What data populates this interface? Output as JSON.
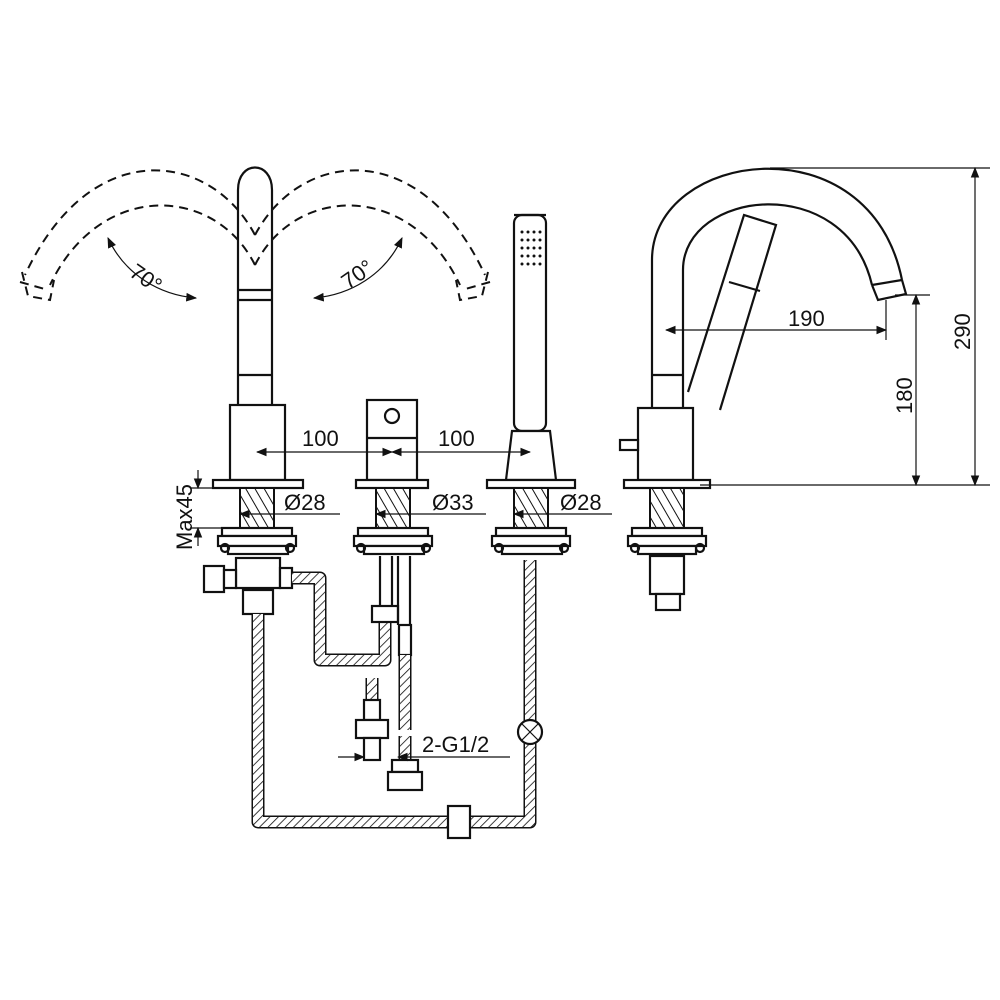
{
  "labels": {
    "angle_left": "70°",
    "angle_right": "70°",
    "spacing_left": "100",
    "spacing_right": "100",
    "dia_left": "Ø28",
    "dia_middle": "Ø33",
    "dia_right": "Ø28",
    "max_deck": "Max45",
    "connection": "2-G1/2",
    "reach": "190",
    "spout_height": "180",
    "total_height": "290"
  }
}
